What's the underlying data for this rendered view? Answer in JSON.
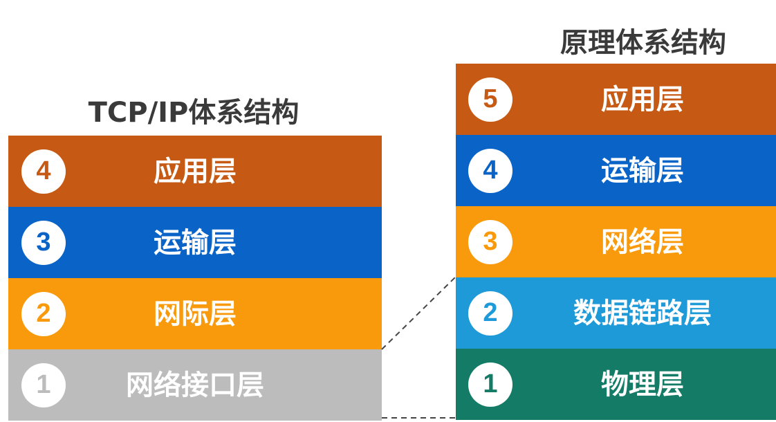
{
  "left_title": "TCP/IP体系结构",
  "right_title": "原理体系结构",
  "left_layers": [
    {
      "num": "4",
      "label": "应用层",
      "color": "#c65a14"
    },
    {
      "num": "3",
      "label": "运输层",
      "color": "#0a63c7"
    },
    {
      "num": "2",
      "label": "网际层",
      "color": "#f99a0c"
    },
    {
      "num": "1",
      "label": "网络接口层",
      "color": "#bcbcbc"
    }
  ],
  "right_layers": [
    {
      "num": "5",
      "label": "应用层",
      "color": "#c65a14"
    },
    {
      "num": "4",
      "label": "运输层",
      "color": "#0a63c7"
    },
    {
      "num": "3",
      "label": "网络层",
      "color": "#f99a0c"
    },
    {
      "num": "2",
      "label": "数据链路层",
      "color": "#1e9ad8"
    },
    {
      "num": "1",
      "label": "物理层",
      "color": "#137b66"
    }
  ],
  "connector_color": "#444444"
}
